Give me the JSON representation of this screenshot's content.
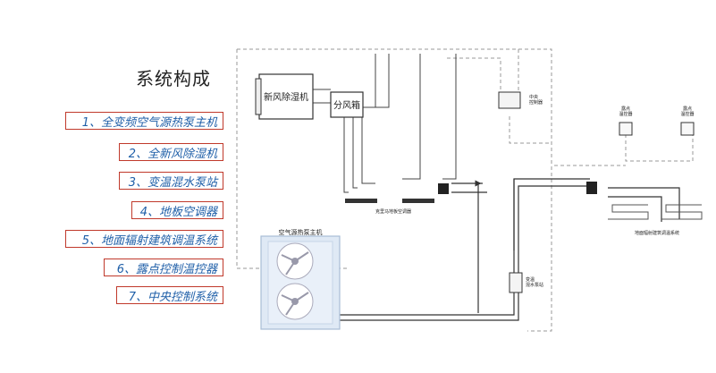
{
  "title": "系统构成",
  "legend": [
    "1、全变频空气源热泵主机",
    "2、全新风除湿机",
    "3、变温混水泵站",
    "4、地板空调器",
    "5、地面辐射建筑调温系统",
    "6、露点控制温控器",
    "7、中央控制系统"
  ],
  "labels": {
    "dehumidifier": "新风除湿机",
    "air_box": "分风箱",
    "central_ctrl": "中央\n控制器",
    "dew_ctrl_1": "露点\n温控器",
    "dew_ctrl_2": "露点\n温控器",
    "floor_ac": "克里马地板空调器",
    "radiant_system": "地面辐射建筑调温系统",
    "heat_pump": "空气源热泵主机",
    "pump_station": "变温\n混水泵站"
  },
  "colors": {
    "legend_border": "#c0392b",
    "legend_text": "#1f5fa8",
    "pipe": "#333333",
    "dashed": "#888888",
    "heat_pump_body": "#dfe9f5"
  }
}
